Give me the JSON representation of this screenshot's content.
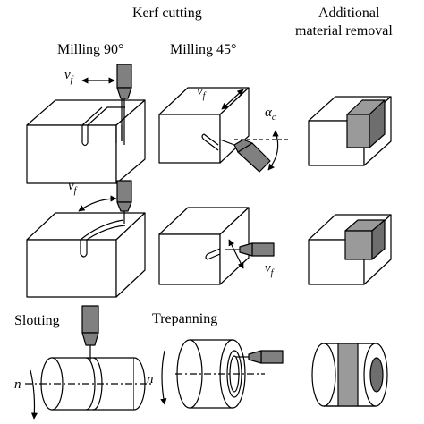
{
  "headings": {
    "kerf_cutting": "Kerf cutting",
    "additional_line1": "Additional",
    "additional_line2": "material removal"
  },
  "columns": {
    "milling_90": "Milling 90°",
    "milling_45": "Milling 45°"
  },
  "rows": {
    "slotting": "Slotting",
    "trepanning": "Trepanning"
  },
  "symbols": {
    "feed_v": "v",
    "feed_sub": "f",
    "angle_alpha": "α",
    "angle_sub": "c",
    "rotation_n": "n"
  },
  "colors": {
    "line": "#000000",
    "tool_gray": "#808080",
    "face_white": "#ffffff",
    "removed_gray": "#9a9a9a",
    "removed_dark": "#6e6e6e"
  }
}
